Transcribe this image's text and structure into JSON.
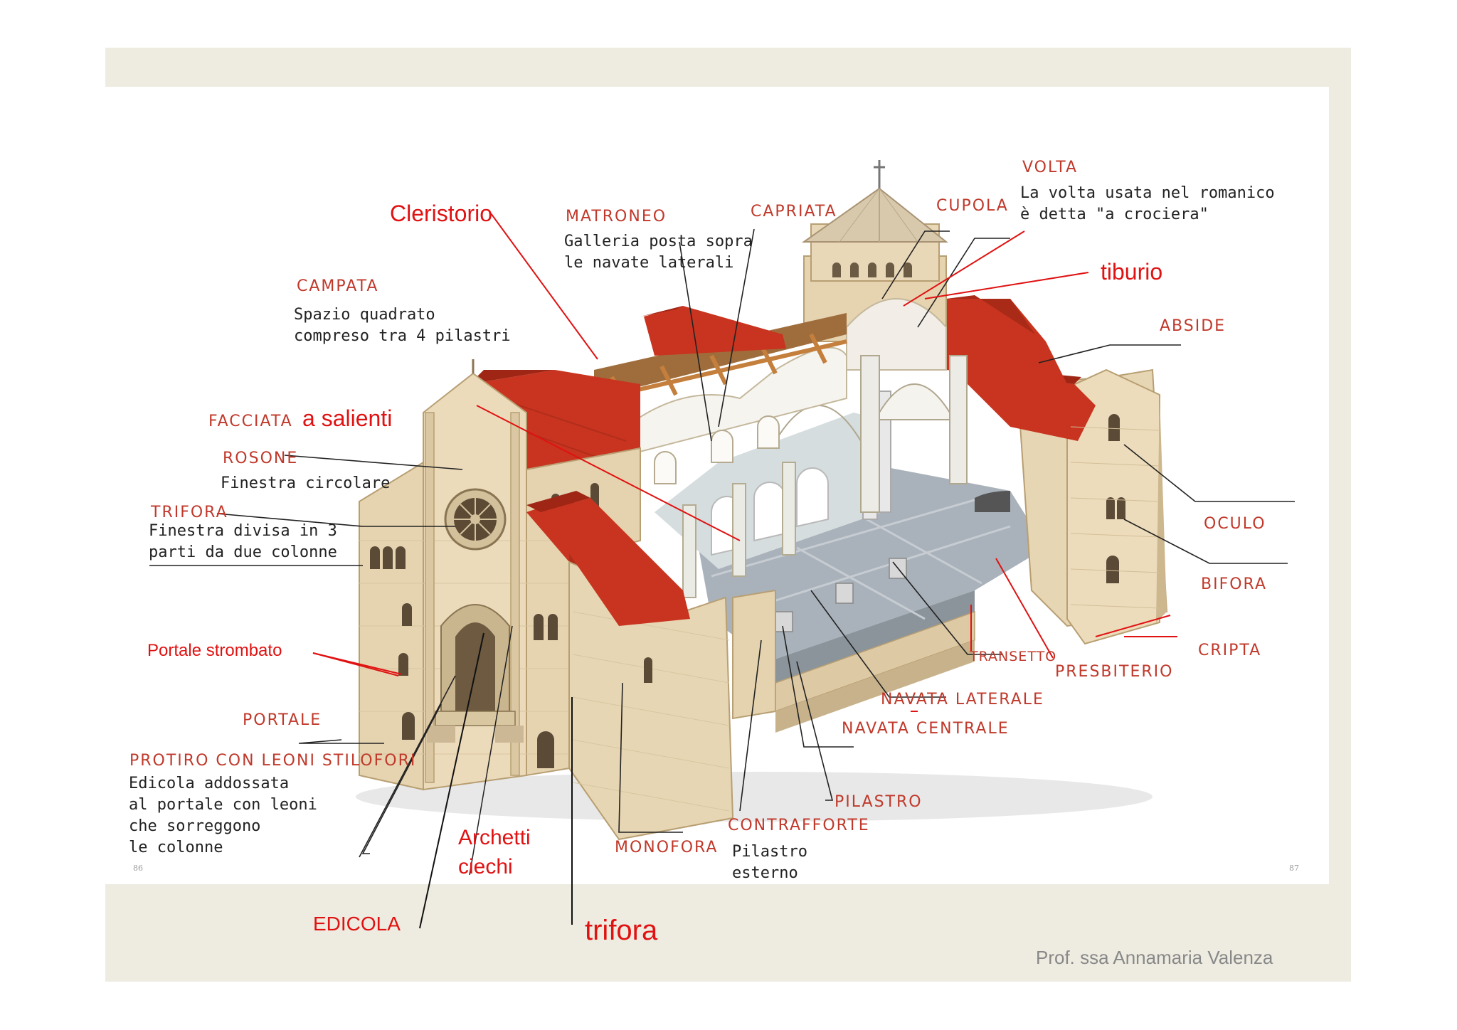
{
  "labels": {
    "volta": "VOLTA",
    "volta_desc_1": "La volta usata nel romanico",
    "volta_desc_2": "è detta \"a crociera\"",
    "cupola": "CUPOLA",
    "capriata": "CAPRIATA",
    "matroneo": "MATRONEO",
    "matroneo_desc_1": "Galleria posta sopra",
    "matroneo_desc_2": "le navate laterali",
    "cleristorio": "Cleristorio",
    "tiburio": "tiburio",
    "campata": "CAMPATA",
    "campata_desc_1": "Spazio quadrato",
    "campata_desc_2": "compreso tra 4 pilastri",
    "abside": "ABSIDE",
    "facciata": "FACCIATA",
    "a_salienti": "a salienti",
    "rosone": "ROSONE",
    "rosone_desc": "Finestra circolare",
    "trifora_cap": "TRIFORA",
    "trifora_desc_1": "Finestra divisa in 3",
    "trifora_desc_2": "parti da due colonne",
    "oculo": "OCULO",
    "bifora": "BIFORA",
    "cripta": "CRIPTA",
    "portale_strombato": "Portale strombato",
    "transetto": "TRANSETTO",
    "presbiterio": "PRESBITERIO",
    "navata_laterale": "NAVATA LATERALE",
    "navata_centrale": "NAVATA CENTRALE",
    "portale": "PORTALE",
    "protiro": "PROTIRO CON LEONI STILOFORI",
    "protiro_desc_1": "Edicola addossata",
    "protiro_desc_2": "al portale con leoni",
    "protiro_desc_3": "che sorreggono",
    "protiro_desc_4": "le colonne",
    "pilastro": "PILASTRO",
    "contrafforte": "CONTRAFFORTE",
    "contrafforte_desc_1": "Pilastro",
    "contrafforte_desc_2": "esterno",
    "monofora": "MONOFORA",
    "archetti_1": "Archetti",
    "archetti_2": "ciechi",
    "edicola": "EDICOLA",
    "trifora_red": "trifora",
    "page_left": "86",
    "page_right": "87"
  },
  "footer": {
    "author": "Prof. ssa Annamaria Valenza"
  },
  "colors": {
    "slide_frame": "#eeece1",
    "caption_red": "#c0392b",
    "annotation_red": "#e01212",
    "roof": "#c8341f",
    "stone": "#e3d0ad",
    "floor": "#a9b2ba"
  }
}
